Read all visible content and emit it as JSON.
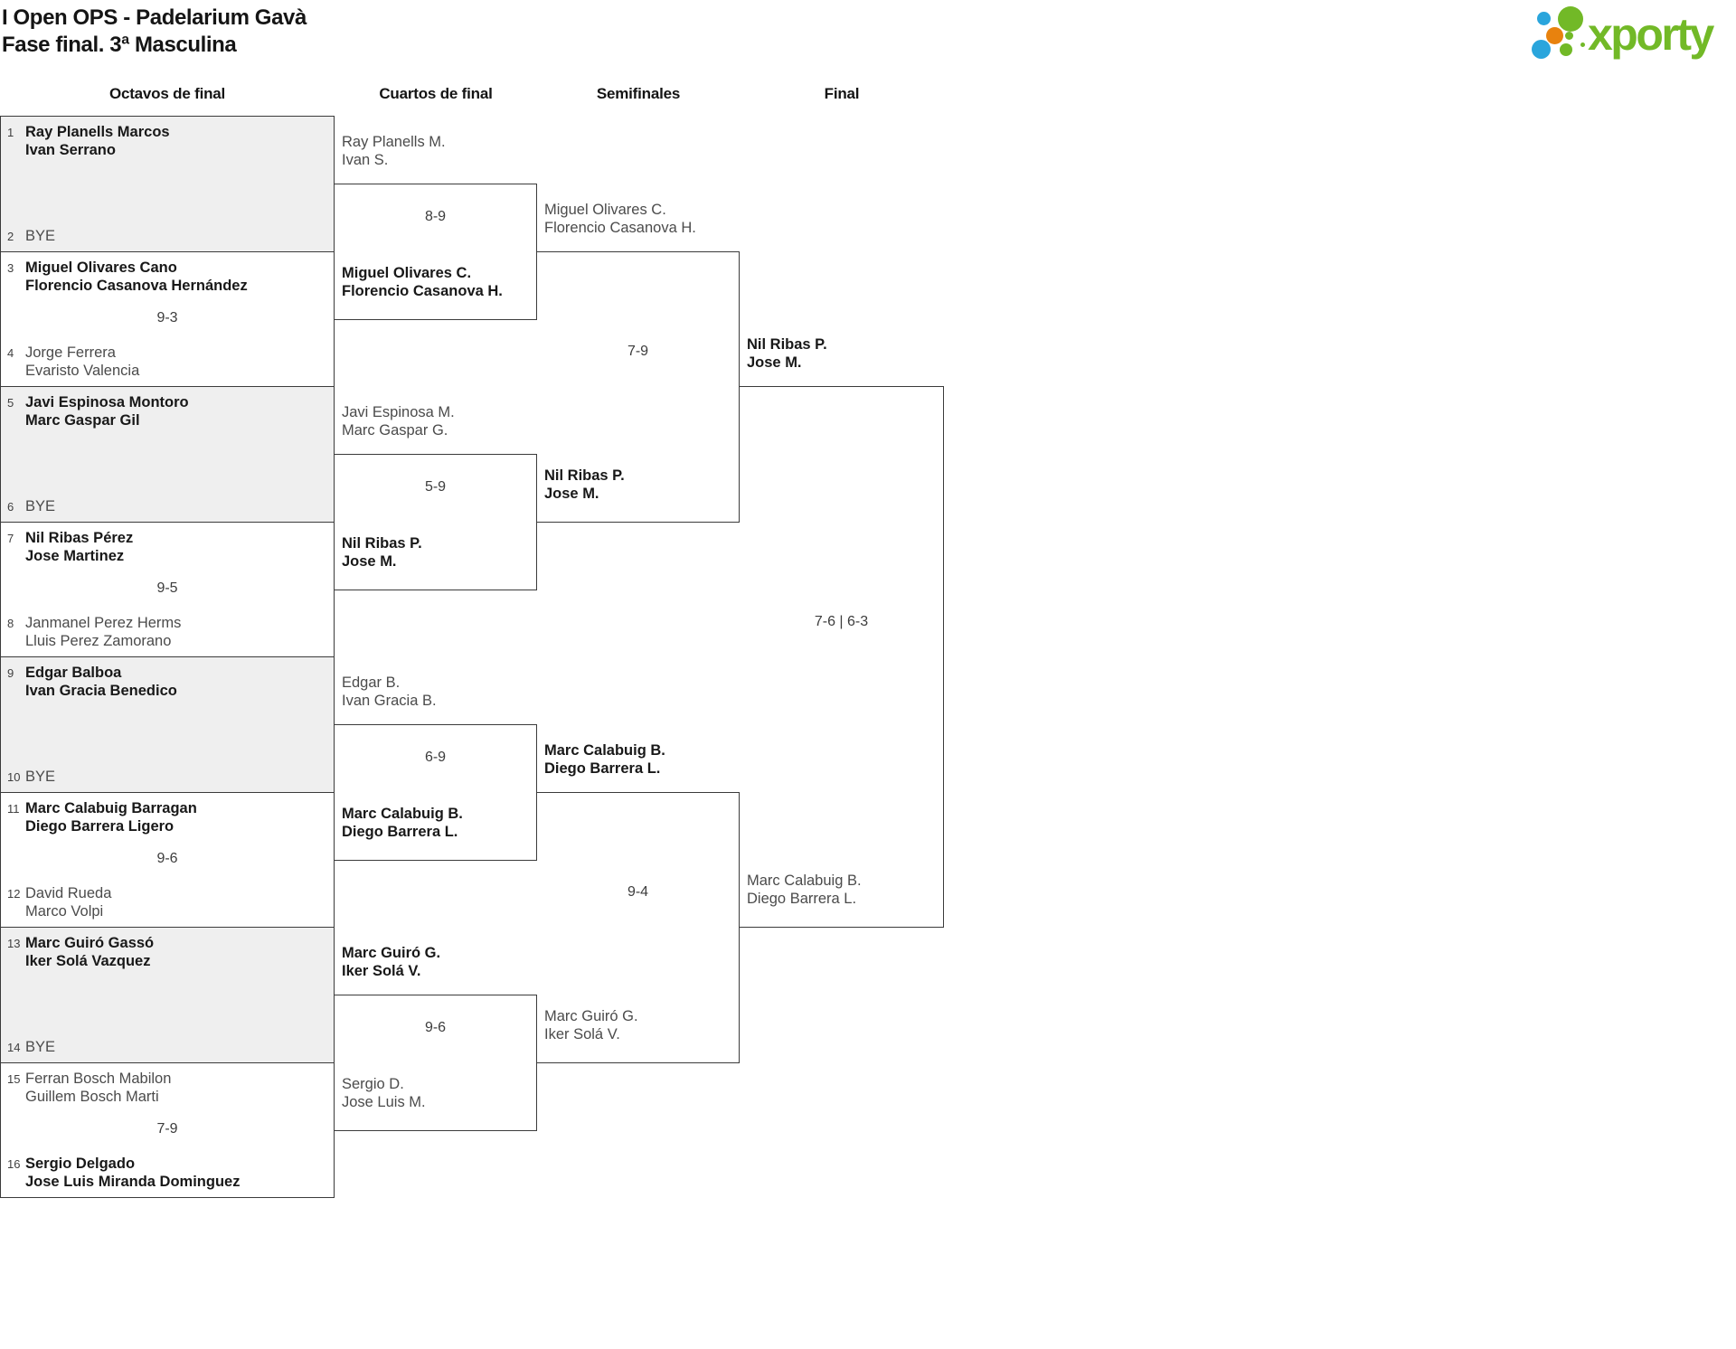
{
  "header": {
    "title_line1": "I Open OPS - Padelarium Gavà",
    "title_line2": "Fase final. 3ª Masculina",
    "logo_text": "xporty",
    "logo_colors": {
      "green": "#72b927",
      "blue": "#2aa5dc",
      "orange": "#e8820e"
    }
  },
  "rounds": [
    {
      "label": "Octavos de final"
    },
    {
      "label": "Cuartos de final"
    },
    {
      "label": "Semifinales"
    },
    {
      "label": "Final"
    }
  ],
  "octavos": [
    {
      "bye": true,
      "score": "",
      "top": {
        "seed": "1",
        "names": [
          "Ray Planells Marcos",
          "Ivan Serrano"
        ],
        "winner": true
      },
      "bottom": {
        "seed": "2",
        "names": [
          "BYE"
        ],
        "winner": false
      }
    },
    {
      "bye": false,
      "score": "9-3",
      "top": {
        "seed": "3",
        "names": [
          "Miguel Olivares Cano",
          "Florencio Casanova Hernández"
        ],
        "winner": true
      },
      "bottom": {
        "seed": "4",
        "names": [
          "Jorge Ferrera",
          "Evaristo Valencia"
        ],
        "winner": false
      }
    },
    {
      "bye": true,
      "score": "",
      "top": {
        "seed": "5",
        "names": [
          "Javi Espinosa Montoro",
          "Marc Gaspar Gil"
        ],
        "winner": true
      },
      "bottom": {
        "seed": "6",
        "names": [
          "BYE"
        ],
        "winner": false
      }
    },
    {
      "bye": false,
      "score": "9-5",
      "top": {
        "seed": "7",
        "names": [
          "Nil Ribas Pérez",
          "Jose Martinez"
        ],
        "winner": true
      },
      "bottom": {
        "seed": "8",
        "names": [
          "Janmanel Perez Herms",
          "Lluis Perez Zamorano"
        ],
        "winner": false
      }
    },
    {
      "bye": true,
      "score": "",
      "top": {
        "seed": "9",
        "names": [
          "Edgar Balboa",
          "Ivan Gracia Benedico"
        ],
        "winner": true
      },
      "bottom": {
        "seed": "10",
        "names": [
          "BYE"
        ],
        "winner": false
      }
    },
    {
      "bye": false,
      "score": "9-6",
      "top": {
        "seed": "11",
        "names": [
          "Marc Calabuig Barragan",
          "Diego Barrera Ligero"
        ],
        "winner": true
      },
      "bottom": {
        "seed": "12",
        "names": [
          "David Rueda",
          "Marco Volpi"
        ],
        "winner": false
      }
    },
    {
      "bye": true,
      "score": "",
      "top": {
        "seed": "13",
        "names": [
          "Marc Guiró Gassó",
          "Iker Solá Vazquez"
        ],
        "winner": true
      },
      "bottom": {
        "seed": "14",
        "names": [
          "BYE"
        ],
        "winner": false
      }
    },
    {
      "bye": false,
      "score": "7-9",
      "top": {
        "seed": "15",
        "names": [
          "Ferran Bosch Mabilon",
          "Guillem Bosch Marti"
        ],
        "winner": false
      },
      "bottom": {
        "seed": "16",
        "names": [
          "Sergio Delgado",
          "Jose Luis Miranda Dominguez"
        ],
        "winner": true
      }
    }
  ],
  "cuartos": [
    {
      "score": "8-9",
      "team1": {
        "names": [
          "Ray Planells M.",
          "Ivan S."
        ],
        "winner": false
      },
      "team2": {
        "names": [
          "Miguel Olivares C.",
          "Florencio Casanova H."
        ],
        "winner": true
      }
    },
    {
      "score": "5-9",
      "team1": {
        "names": [
          "Javi Espinosa M.",
          "Marc Gaspar G."
        ],
        "winner": false
      },
      "team2": {
        "names": [
          "Nil Ribas P.",
          "Jose M."
        ],
        "winner": true
      }
    },
    {
      "score": "6-9",
      "team1": {
        "names": [
          "Edgar B.",
          "Ivan Gracia B."
        ],
        "winner": false
      },
      "team2": {
        "names": [
          "Marc Calabuig B.",
          "Diego Barrera L."
        ],
        "winner": true
      }
    },
    {
      "score": "9-6",
      "team1": {
        "names": [
          "Marc Guiró G.",
          "Iker Solá V."
        ],
        "winner": true
      },
      "team2": {
        "names": [
          "Sergio D.",
          "Jose Luis M."
        ],
        "winner": false
      }
    }
  ],
  "semifinales": [
    {
      "score": "7-9",
      "team1": {
        "names": [
          "Miguel Olivares C.",
          "Florencio Casanova H."
        ],
        "winner": false
      },
      "team2": {
        "names": [
          "Nil Ribas P.",
          "Jose M."
        ],
        "winner": true
      }
    },
    {
      "score": "9-4",
      "team1": {
        "names": [
          "Marc Calabuig B.",
          "Diego Barrera L."
        ],
        "winner": true
      },
      "team2": {
        "names": [
          "Marc Guiró G.",
          "Iker Solá V."
        ],
        "winner": false
      }
    }
  ],
  "final": [
    {
      "score": "7-6 | 6-3",
      "team1": {
        "names": [
          "Nil Ribas P.",
          "Jose M."
        ],
        "winner": true
      },
      "team2": {
        "names": [
          "Marc Calabuig B.",
          "Diego Barrera L."
        ],
        "winner": false
      }
    }
  ]
}
